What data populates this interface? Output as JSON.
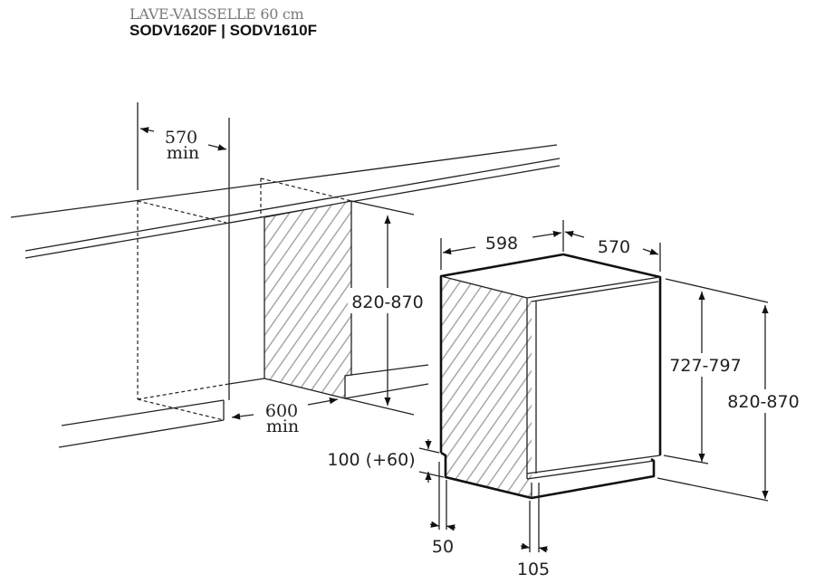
{
  "header": {
    "title": "LAVE-VAISSELLE 60 cm",
    "models": "SODV1620F | SODV1610F"
  },
  "niche": {
    "depth_value": "570",
    "depth_unit": "min",
    "width_value": "600",
    "width_unit": "min",
    "height": "820-870"
  },
  "appliance": {
    "width": "598",
    "depth": "570",
    "body_height": "727-797",
    "total_height": "820-870",
    "plinth_height": "100 (+60)",
    "plinth_recess": "50",
    "door_offset": "105"
  },
  "colors": {
    "line": "#222222",
    "hatch": "#b0b0b0"
  }
}
